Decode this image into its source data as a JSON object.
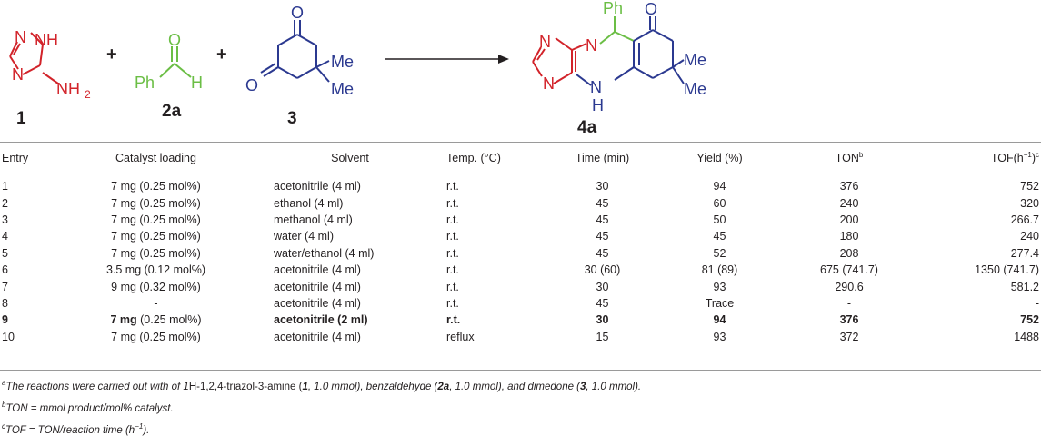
{
  "scheme": {
    "reactant1": {
      "number": "1",
      "nh": "NH",
      "n1": "N",
      "n2": "N",
      "nh2": "NH"
    },
    "reactant2": {
      "number": "2a",
      "ph": "Ph",
      "o": "O",
      "h": "H"
    },
    "reactant3": {
      "number": "3",
      "o1": "O",
      "o2": "O",
      "me1": "Me",
      "me2": "Me"
    },
    "plus": "+",
    "product": {
      "number": "4a",
      "ph": "Ph",
      "o": "O",
      "me1": "Me",
      "me2": "Me",
      "n1": "N",
      "n2": "N",
      "n3": "N",
      "n4": "N",
      "h": "H"
    },
    "colors": {
      "triazole": "#d2232a",
      "aldehyde": "#6bbe45",
      "dimedone": "#2b3990",
      "text": "#231f20"
    }
  },
  "table": {
    "headers": [
      "Entry",
      "Catalyst loading",
      "Solvent",
      "Temp. (°C)",
      "Time (min)",
      "Yield (%)",
      "TON",
      "TOF(h",
      "c"
    ],
    "ton_sup": "b",
    "tof_unit_sup": "−1",
    "rows": [
      {
        "entry": "1",
        "cat": "7 mg (0.25 mol%)",
        "solvent": "acetonitrile (4 ml)",
        "temp": "r.t.",
        "time": "30",
        "yield": "94",
        "ton": "376",
        "tof": "752"
      },
      {
        "entry": "2",
        "cat": "7 mg (0.25 mol%)",
        "solvent": "ethanol (4 ml)",
        "temp": "r.t.",
        "time": "45",
        "yield": "60",
        "ton": "240",
        "tof": "320"
      },
      {
        "entry": "3",
        "cat": "7 mg (0.25 mol%)",
        "solvent": "methanol (4 ml)",
        "temp": "r.t.",
        "time": "45",
        "yield": "50",
        "ton": "200",
        "tof": "266.7"
      },
      {
        "entry": "4",
        "cat": "7 mg (0.25 mol%)",
        "solvent": "water (4 ml)",
        "temp": "r.t.",
        "time": "45",
        "yield": "45",
        "ton": "180",
        "tof": "240"
      },
      {
        "entry": "5",
        "cat": "7 mg (0.25 mol%)",
        "solvent": "water/ethanol (4 ml)",
        "temp": "r.t.",
        "time": "45",
        "yield": "52",
        "ton": "208",
        "tof": "277.4"
      },
      {
        "entry": "6",
        "cat": "3.5 mg (0.12 mol%)",
        "solvent": "acetonitrile (4 ml)",
        "temp": "r.t.",
        "time": "30 (60)",
        "yield": "81 (89)",
        "ton": "675 (741.7)",
        "tof": "1350 (741.7)"
      },
      {
        "entry": "7",
        "cat": "9 mg (0.32 mol%)",
        "solvent": "acetonitrile (4 ml)",
        "temp": "r.t.",
        "time": "30",
        "yield": "93",
        "ton": "290.6",
        "tof": "581.2"
      },
      {
        "entry": "8",
        "cat": "-",
        "solvent": "acetonitrile (4 ml)",
        "temp": "r.t.",
        "time": "45",
        "yield": "Trace",
        "ton": "-",
        "tof": "-"
      },
      {
        "entry": "9",
        "cat_bold": "7 mg",
        "cat_rest": " (0.25 mol%)",
        "solvent": "acetonitrile (2 ml)",
        "temp": "r.t.",
        "time": "30",
        "yield": "94",
        "ton": "376",
        "tof": "752"
      },
      {
        "entry": "10",
        "cat": "7 mg (0.25 mol%)",
        "solvent": "acetonitrile (4 ml)",
        "temp": "reflux",
        "time": "15",
        "yield": "93",
        "ton": "372",
        "tof": "1488"
      }
    ]
  },
  "footnotes": {
    "a": {
      "mark": "a",
      "t1": "The reactions were carried out with of 1",
      "t2": "H-1,2,4-triazol-3-amine (",
      "n1": "1",
      "t3": ", 1.0 mmol), benzaldehyde (",
      "n2": "2a",
      "t4": ", 1.0 mmol), and dimedone (",
      "n3": "3",
      "t5": ", 1.0 mmol)."
    },
    "b": {
      "mark": "b",
      "text": "TON = mmol product/mol% catalyst."
    },
    "c": {
      "mark": "c",
      "t1": "TOF = TON/reaction time (h",
      "sup": "−1",
      "t2": ")."
    }
  }
}
